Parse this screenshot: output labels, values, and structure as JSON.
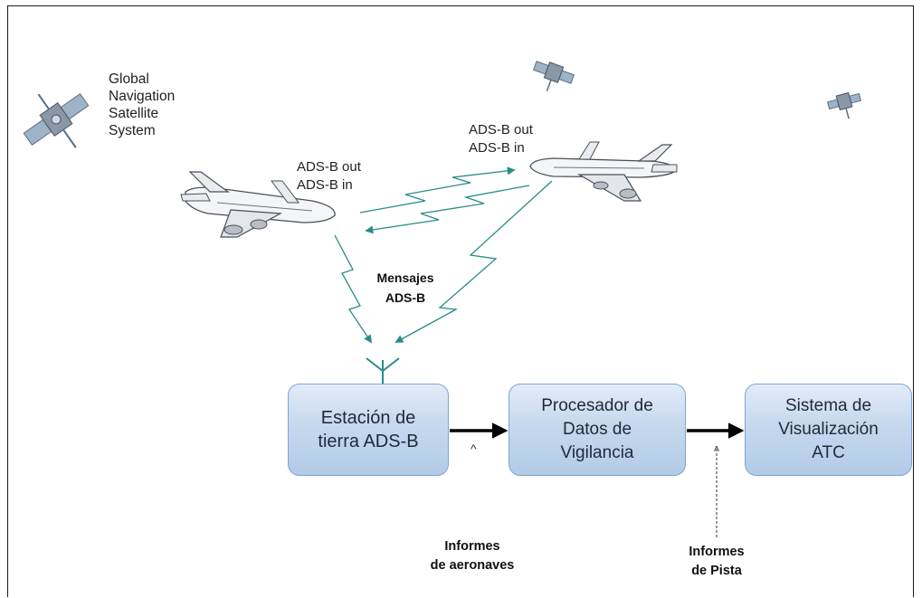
{
  "gnss": {
    "label": "Global\nNavigation\nSatellite\nSystem"
  },
  "aircraft_left": {
    "label": "ADS-B out\nADS-B in"
  },
  "aircraft_right": {
    "label": "ADS-B out\nADS-B in"
  },
  "messages": {
    "label": "Mensajes\nADS-B"
  },
  "boxes": {
    "ground": "Estación de\ntierra ADS-B",
    "processor": "Procesador de\nDatos de\nVigilancia",
    "atc": "Sistema de\nVisualización\nATC"
  },
  "caret": "^",
  "reports": {
    "aircraft": "Informes\nde aeronaves",
    "runway": "Informes\nde Pista"
  },
  "colors": {
    "link": "#2a8c86",
    "box_border": "#7fa4cf",
    "box_fill": "#c6d8ee",
    "arrow": "#000000"
  }
}
